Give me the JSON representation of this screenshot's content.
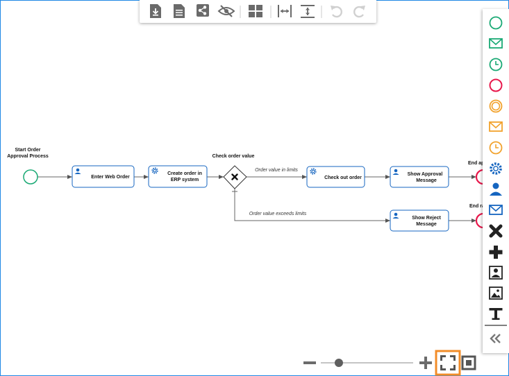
{
  "toolbar": {
    "items": [
      "download-icon",
      "document-icon",
      "share-icon",
      "hide-icon",
      "layout-icon",
      "fit-width-icon",
      "fit-height-icon",
      "undo-icon",
      "redo-icon"
    ]
  },
  "palette": {
    "items": [
      "start-event-icon",
      "message-start-icon",
      "timer-start-icon",
      "end-event-icon",
      "intermediate-event-icon",
      "message-intermediate-icon",
      "timer-intermediate-icon",
      "service-task-icon",
      "user-task-icon",
      "message-task-icon",
      "exclusive-gateway-icon",
      "parallel-gateway-icon",
      "contact-icon",
      "image-icon",
      "text-icon",
      "collapse-icon"
    ],
    "colors": {
      "green": "#19a974",
      "red": "#e8174b",
      "orange": "#f2a22c",
      "blue": "#1565c0",
      "dark": "#222222"
    }
  },
  "diagram": {
    "start_label_1": "Start Order",
    "start_label_2": "Approval Process",
    "gateway_label": "Check order value",
    "tasks": {
      "enter_web_order": "Enter Web Order",
      "create_order_1": "Create order in",
      "create_order_2": "ERP system",
      "check_out_order": "Check out order",
      "show_approval_1": "Show Approval",
      "show_approval_2": "Message",
      "show_reject_1": "Show Reject",
      "show_reject_2": "Message"
    },
    "conditions": {
      "in_limits": "Order value in limits",
      "exceeds": "Order value exceeds limits"
    },
    "end_approved_label": "End ap",
    "end_rejected_label": "End ra"
  },
  "zoom": {
    "level": 0.09
  }
}
